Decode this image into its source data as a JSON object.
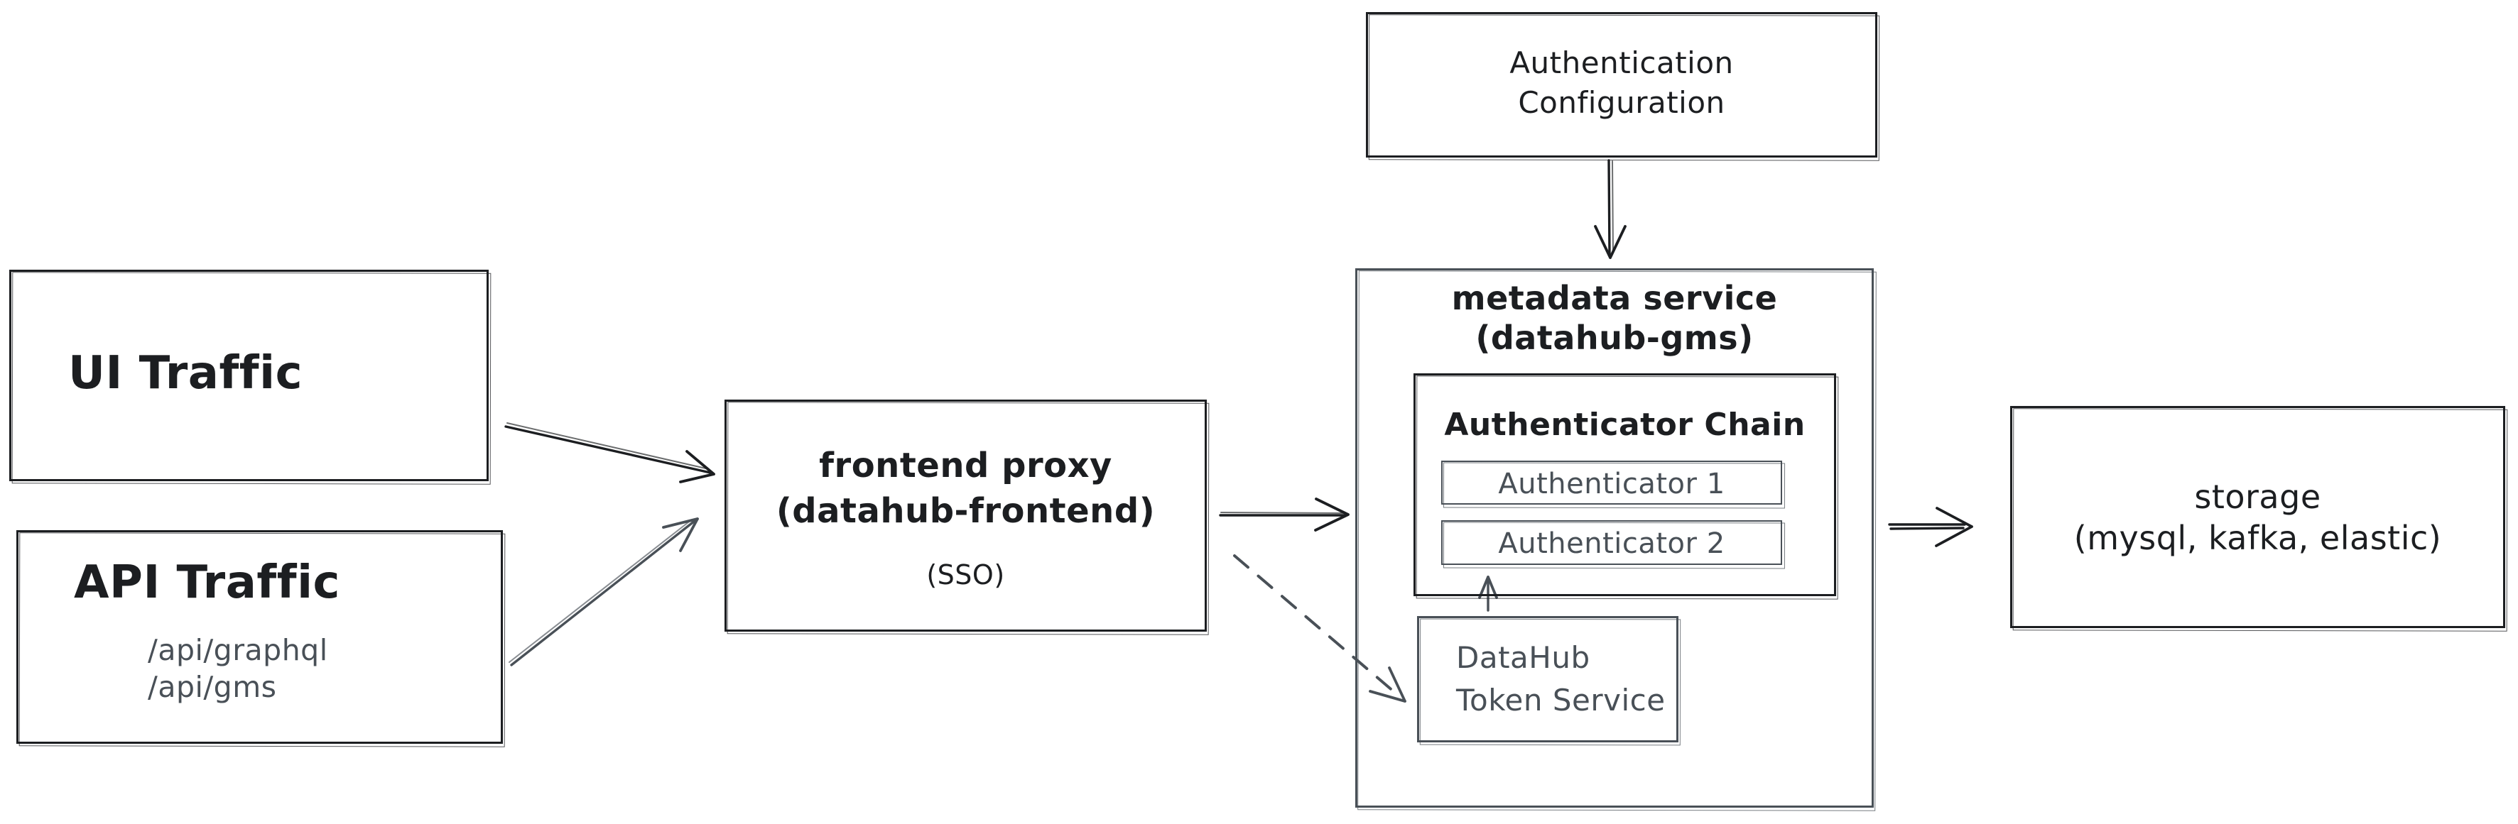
{
  "colors": {
    "ink": "#1c1e21",
    "gray": "#495057",
    "background": "#ffffff"
  },
  "diagram": {
    "ui_traffic": {
      "label": "UI Traffic"
    },
    "api_traffic": {
      "label": "API Traffic",
      "endpoints": [
        "/api/graphql",
        "/api/gms"
      ]
    },
    "frontend_proxy": {
      "name": "frontend proxy",
      "instance": "(datahub-frontend)",
      "note": "(SSO)"
    },
    "auth_config": {
      "line1": "Authentication",
      "line2": "Configuration"
    },
    "metadata_service": {
      "name": "metadata service",
      "instance": "(datahub-gms)"
    },
    "authenticator_chain": {
      "label": "Authenticator Chain",
      "authenticators": [
        "Authenticator 1",
        "Authenticator 2"
      ]
    },
    "token_service": {
      "line1": "DataHub",
      "line2": "Token Service"
    },
    "storage": {
      "name": "storage",
      "systems": "(mysql, kafka, elastic)"
    }
  }
}
